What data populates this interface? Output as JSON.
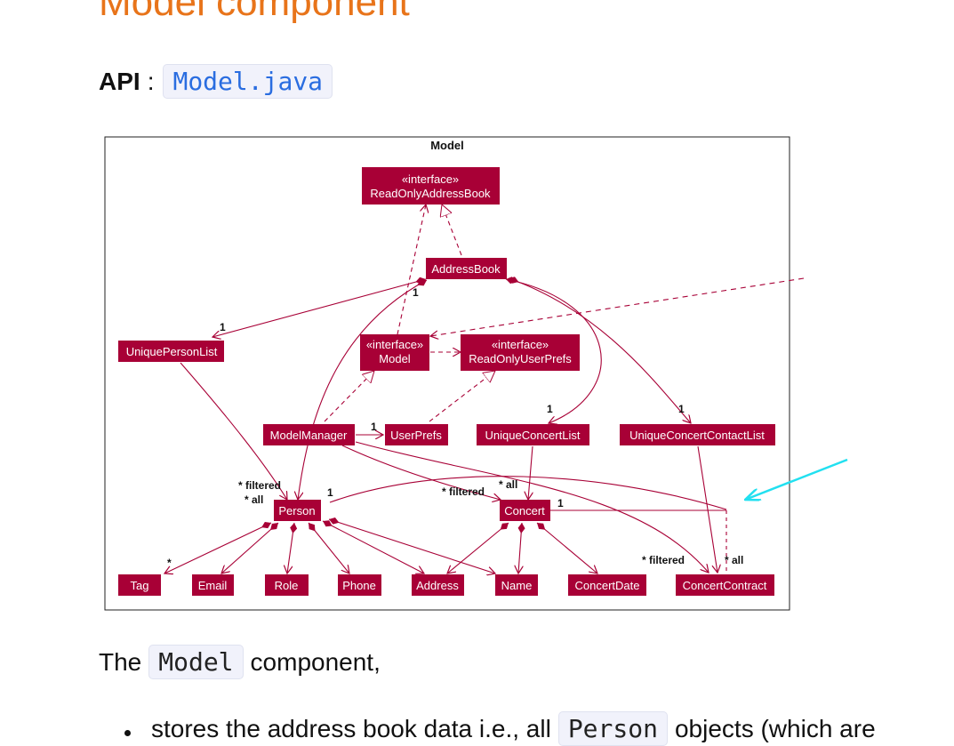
{
  "section_title": "Model component",
  "api": {
    "label": "API",
    "separator": ":",
    "file_link": "Model.java"
  },
  "diagram": {
    "frame_title": "Model",
    "classes": {
      "read_only_address_book": {
        "stereotype": "«interface»",
        "name": "ReadOnlyAddressBook"
      },
      "address_book": {
        "name": "AddressBook"
      },
      "unique_person_list": {
        "name": "UniquePersonList"
      },
      "model": {
        "stereotype": "«interface»",
        "name": "Model"
      },
      "read_only_user_prefs": {
        "stereotype": "«interface»",
        "name": "ReadOnlyUserPrefs"
      },
      "model_manager": {
        "name": "ModelManager"
      },
      "user_prefs": {
        "name": "UserPrefs"
      },
      "unique_concert_list": {
        "name": "UniqueConcertList"
      },
      "unique_concert_contact_list": {
        "name": "UniqueConcertContactList"
      },
      "person": {
        "name": "Person"
      },
      "concert": {
        "name": "Concert"
      },
      "tag": {
        "name": "Tag"
      },
      "email": {
        "name": "Email"
      },
      "role": {
        "name": "Role"
      },
      "phone": {
        "name": "Phone"
      },
      "address": {
        "name": "Address"
      },
      "name": {
        "name": "Name"
      },
      "concert_date": {
        "name": "ConcertDate"
      },
      "concert_contract": {
        "name": "ConcertContract"
      }
    },
    "multiplicities": {
      "ab_model": "1",
      "ab_upl": "1",
      "mm_userprefs": "1",
      "ucl": "1",
      "uccl": "1",
      "person_filtered": "* filtered",
      "person_all": "* all",
      "person_one": "1",
      "concert_filtered": "* filtered",
      "concert_all": "* all",
      "concert_one": "1",
      "tag_star": "*",
      "cc_filtered": "* filtered",
      "cc_all": "* all"
    },
    "colors": {
      "class_fill": "#a80036",
      "line": "#a80036",
      "annotation_arrow": "#22e0f0"
    }
  },
  "paragraph": {
    "lead": "The",
    "code": "Model",
    "rest": "component,"
  },
  "bullet": {
    "lead": "stores the address book data i.e., all",
    "code": "Person",
    "rest": "objects (which are"
  }
}
